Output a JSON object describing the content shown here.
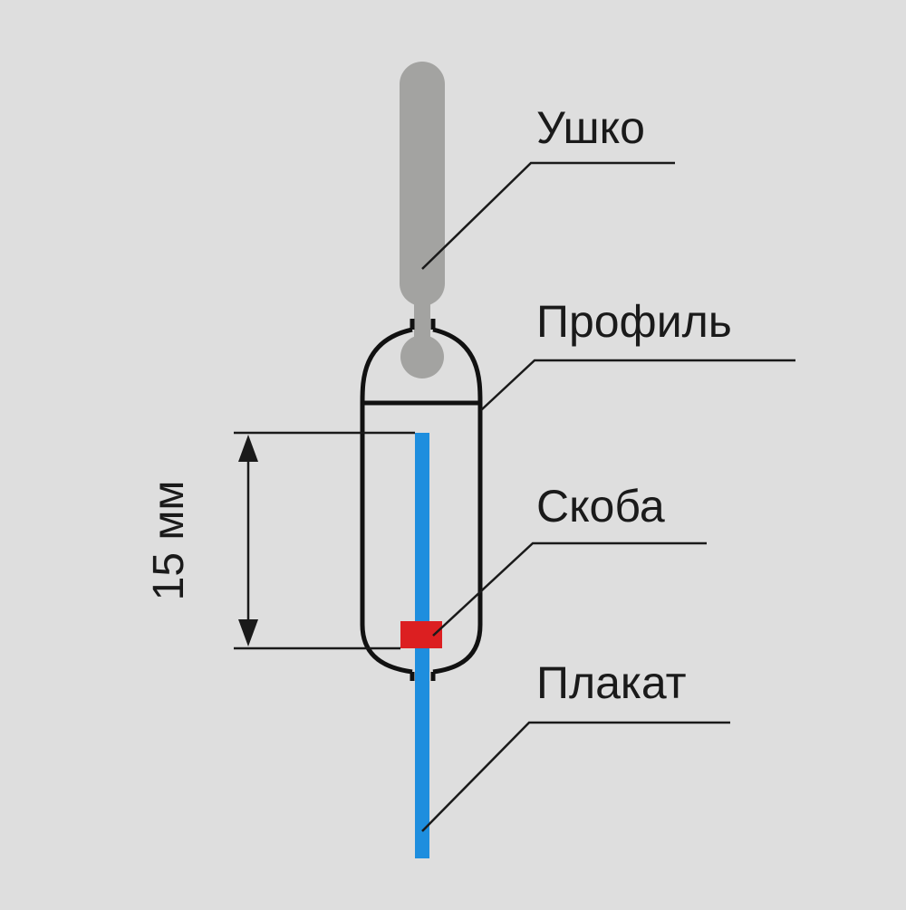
{
  "diagram": {
    "labels": {
      "eyelet": "Ушко",
      "profile": "Профиль",
      "clip": "Скоба",
      "poster": "Плакат"
    },
    "dimension": "15 мм"
  },
  "colors": {
    "background": "#dedede",
    "eyelet": "#a3a3a1",
    "poster": "#1e8ede",
    "clip": "#dc1f21",
    "outline": "#111111",
    "leader": "#1a1a1a"
  }
}
